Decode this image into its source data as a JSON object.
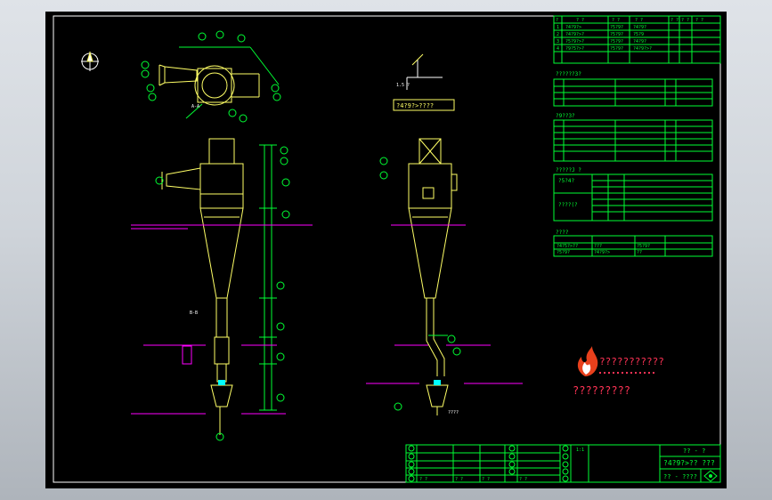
{
  "palette": {
    "outer_bg": "#d4d8dd",
    "sheet_bg": "#000000",
    "frame": "#ffffff",
    "table": "#00ff33",
    "outline": "#ffff66",
    "dimension": "#00ff33",
    "ground": "#ff00ff",
    "accent": "#00ffff",
    "logo_red": "#e8401c",
    "logo_text": "#ff3355"
  },
  "views": {
    "section_title": "?4?9?>????",
    "label_a": "A-A",
    "label_b": "B-B",
    "plan_note": "1.5 ?",
    "drop_note": "????"
  },
  "tables": {
    "parts_header": [
      "?",
      "? ?",
      "? ?",
      "? ?",
      "? ?",
      "? ?",
      "? ?"
    ],
    "parts_rows": [
      [
        "1",
        "?4?9?>",
        "?5?9?",
        "?4?9?"
      ],
      [
        "2",
        "?4?9?>?",
        "?5?9?",
        "?5?9"
      ],
      [
        "3",
        "?5?9?>?",
        "?5?9?",
        "?4?9?"
      ],
      [
        "4",
        "?9?5?>?",
        "?5?9?",
        "?4?9?>?"
      ]
    ],
    "section2_title": "??????3?",
    "section3_title": "?9??3?",
    "section4_title": "?????J ?",
    "section5_title": "????",
    "remarks_cells": [
      "?5?4?",
      "????(?"
    ],
    "footer_rows": [
      [
        "?4?5?>??",
        "???",
        "?5?9?"
      ],
      [
        "?5?9?",
        "?4?9?>",
        "??"
      ]
    ]
  },
  "title_block": {
    "drawing_no": "?? - ?",
    "drawing_title": "?4?9?>?? ???",
    "drawing_code": "?? - ????",
    "scale": "1:1",
    "sign_labels": [
      "? ?",
      "? ?",
      "? ?",
      "? ?"
    ]
  },
  "watermark": {
    "line1": "???????????",
    "line2": "?????????"
  }
}
